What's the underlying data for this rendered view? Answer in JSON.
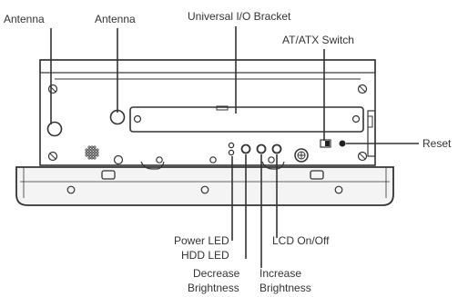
{
  "labels": {
    "antenna_1": "Antenna",
    "antenna_2": "Antenna",
    "io_bracket": "Universal I/O Bracket",
    "atx_switch": "AT/ATX Switch",
    "reset": "Reset",
    "power_led": "Power LED",
    "hdd_led": "HDD LED",
    "lcd_on_off": "LCD On/Off",
    "decrease_brightness_1": "Decrease",
    "decrease_brightness_2": "Brightness",
    "increase_brightness_1": "Increase",
    "increase_brightness_2": "Brightness"
  },
  "colors": {
    "line": "#333333",
    "panel_fill": "#ffffff",
    "bezel_fill": "#f4f4f4",
    "switch_fill": "#222222"
  }
}
